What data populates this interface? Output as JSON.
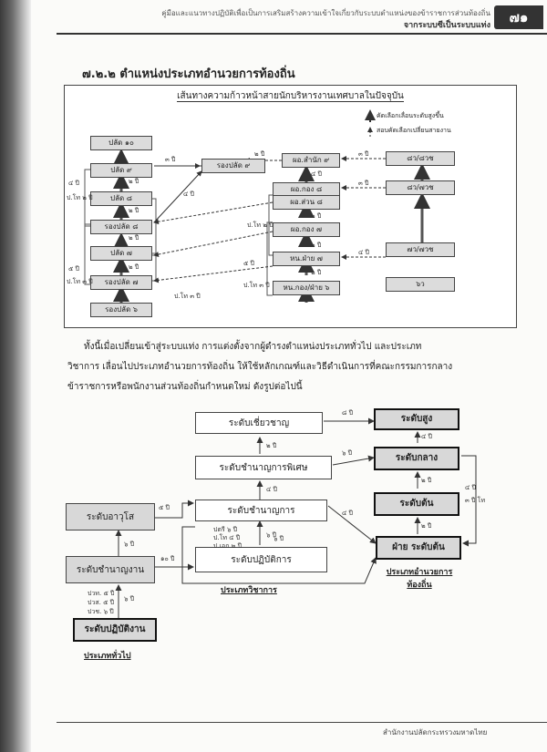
{
  "header": {
    "line1": "คู่มือและแนวทางปฏิบัติเพื่อเป็นการเสริมสร้างความเข้าใจเกี่ยวกับระบบตำแหน่งของข้าราชการส่วนท้องถิ่น",
    "line2": "จากระบบซีเป็นระบบแท่ง",
    "page": "๗๑"
  },
  "section_title": "๗.๒.๒ ตำแหน่งประเภทอำนวยการท้องถิ่น",
  "fig1": {
    "title": "เส้นทางความก้าวหน้าสายนักบริหารงานเทศบาลในปัจจุบัน",
    "legend": {
      "solid": "คัดเลือกเลื่อนระดับสูงขึ้น",
      "dashed": "สอบคัดเลือกเปลี่ยนสายงาน"
    },
    "left": [
      "ปลัด ๑๐",
      "ปลัด ๙",
      "ปลัด ๘",
      "รองปลัด ๘",
      "ปลัด ๗",
      "รองปลัด ๗",
      "รองปลัด ๖"
    ],
    "mid": "รองปลัด ๙",
    "right": [
      "ผอ.สำนัก ๙",
      "ผอ.กอง ๘",
      "ผอ.ส่วน ๘",
      "ผอ.กอง ๗",
      "หน.ฝ่าย ๗",
      "หน.กอง/ฝ่าย ๖"
    ],
    "far": [
      "๘ว/๘วช",
      "๘ว/๗วช",
      "๗ว/๗วช",
      "๖ว"
    ],
    "labels": {
      "y2": "๒ ปี",
      "y3": "๓ ปี",
      "y4": "๔ ปี",
      "y5": "๕ ปี",
      "pt2": "ป.โท ๒ ปี",
      "pt3": "ป.โท ๓ ปี"
    }
  },
  "paragraph": [
    "ทั้งนี้เมื่อเปลี่ยนเข้าสู่ระบบแท่ง การแต่งตั้งจากผู้ดำรงตำแหน่งประเภททั่วไป และประเภท",
    "วิชาการ เลื่อนไปประเภทอำนวยการท้องถิ่น ให้ใช้หลักเกณฑ์และวิธีดำเนินการที่คณะกรรมการกลาง",
    "ข้าราชการหรือพนักงานส่วนท้องถิ่นกำหนดใหม่ ดังรูปต่อไปนี้"
  ],
  "fig2": {
    "general": [
      "ระดับอาวุโส",
      "ระดับชำนาญงาน",
      "ระดับปฏิบัติงาน"
    ],
    "academic": [
      "ระดับเชี่ยวชาญ",
      "ระดับชำนาญการพิเศษ",
      "ระดับชำนาญการ",
      "ระดับปฏิบัติการ"
    ],
    "director": [
      "ระดับสูง",
      "ระดับกลาง",
      "ระดับต้น",
      "ฝ่าย ระดับต้น"
    ],
    "captions": {
      "general": "ประเภททั่วไป",
      "academic": "ประเภทวิชาการ",
      "director1": "ประเภทอำนวยการ",
      "director2": "ท้องถิ่น"
    },
    "labels": {
      "y2": "๒ ปี",
      "y4": "๔ ปี",
      "y5": "๕ ปี",
      "y6": "๖ ปี",
      "y8": "๘ ปี",
      "y10": "๑๐ ปี",
      "y4b": "๔ ปี",
      "y3pt": "๓ ปี โท",
      "gen_quals": [
        "ปวท. ๕ ปี",
        "ปวส. ๕ ปี",
        "ปวช. ๖ ปี"
      ],
      "acad_quals": [
        "ปตรี ๖ ปี",
        "ป.โท ๔ ปี",
        "ป.เอก ๒ ปี"
      ]
    }
  },
  "footer": "สำนักงานปลัดกระทรวงมหาดไทย"
}
